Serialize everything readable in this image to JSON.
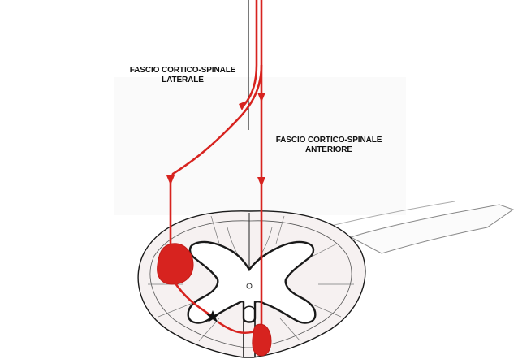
{
  "labels": {
    "lateral": {
      "line1": "FASCIO CORTICO-SPINALE",
      "line2": "LATERALE"
    },
    "anterior": {
      "line1": "FASCIO CORTICO-SPINALE",
      "line2": "ANTERIORE"
    }
  },
  "colors": {
    "tract": "#d7231f",
    "outline": "#1a1a1a",
    "tissue": "#f6f1f1",
    "grey_matter": "#ffffff",
    "background": "#ffffff"
  },
  "icons": {
    "lesion": "star-lesion-icon"
  }
}
